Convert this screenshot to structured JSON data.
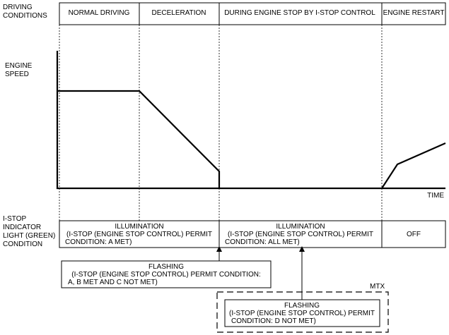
{
  "row_labels": {
    "driving_conditions": [
      "DRIVING",
      "CONDITIONS"
    ],
    "engine_speed": [
      "ENGINE",
      "SPEED"
    ],
    "indicator": [
      "I-STOP",
      "INDICATOR",
      "LIGHT (GREEN)",
      "CONDITION"
    ]
  },
  "phases": {
    "normal": "NORMAL DRIVING",
    "decel": "DECELERATION",
    "stop": "DURING ENGINE STOP BY I-STOP CONTROL",
    "restart": "ENGINE RESTART"
  },
  "axis": {
    "time_label": "TIME"
  },
  "indicator_states": {
    "illum_a": [
      "ILLUMINATION",
      "(I-STOP (ENGINE STOP CONTROL) PERMIT",
      "CONDITION: A MET)"
    ],
    "illum_all": [
      "ILLUMINATION",
      "(I-STOP (ENGINE STOP CONTROL) PERMIT",
      "CONDITION: ALL MET)"
    ],
    "off": "OFF"
  },
  "callouts": {
    "flash_abc": [
      "FLASHING",
      "(I-STOP (ENGINE STOP CONTROL) PERMIT CONDITION:",
      "A, B MET AND C NOT MET)"
    ],
    "mtx_label": "MTX",
    "flash_d": [
      "FLASHING",
      "(I-STOP (ENGINE STOP CONTROL) PERMIT",
      "CONDITION: D NOT MET)"
    ]
  }
}
